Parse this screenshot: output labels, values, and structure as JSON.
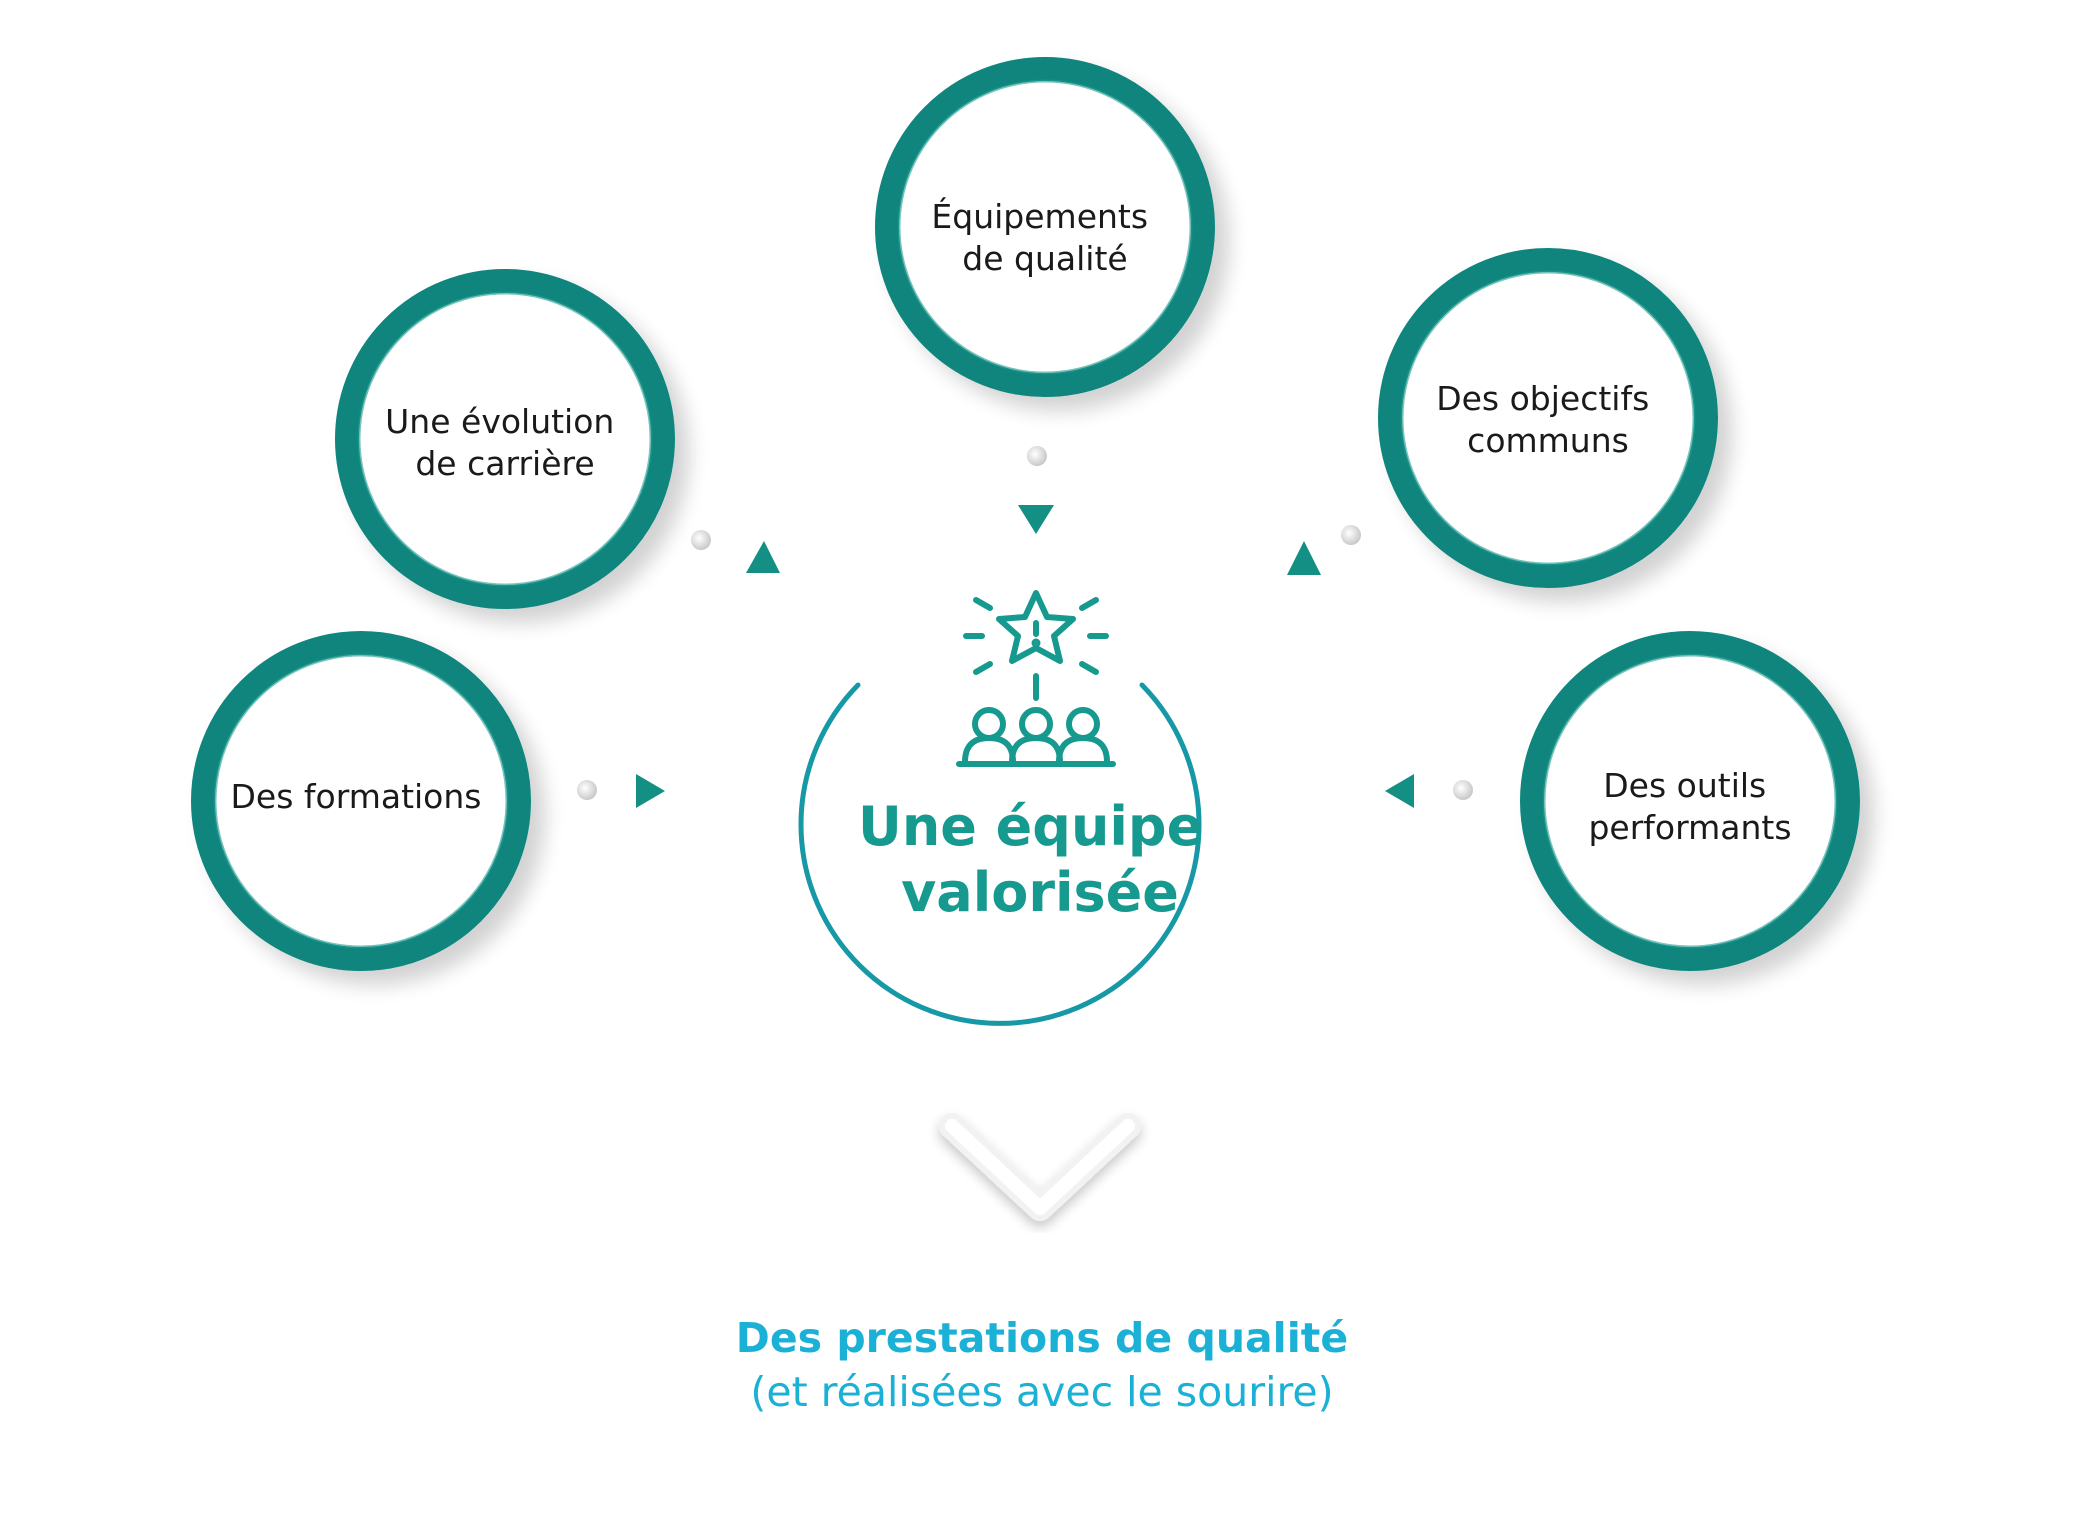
{
  "colors": {
    "ring_outer": "#0e7f78",
    "ring_inner": "#22a195",
    "center_ring": "#1698a6",
    "center_text": "#16998f",
    "result_text": "#1bb1d6",
    "arrow": "#148f84",
    "dot": "#d9d9d9"
  },
  "icons": {
    "hub": "star-over-people-icon",
    "flow": "triangle-arrow-icon",
    "connector": "grey-dot-icon",
    "down": "chevron-down-icon"
  },
  "bubbles": [
    {
      "id": "equipements",
      "lines": [
        "Équipements",
        "de qualité"
      ]
    },
    {
      "id": "evolution",
      "lines": [
        "Une évolution",
        "de carrière"
      ]
    },
    {
      "id": "objectifs",
      "lines": [
        "Des objectifs",
        "communs"
      ]
    },
    {
      "id": "formations",
      "lines": [
        "Des formations"
      ]
    },
    {
      "id": "outils",
      "lines": [
        "Des outils",
        "performants"
      ]
    }
  ],
  "center": {
    "lines": [
      "Une équipe",
      "valorisée"
    ]
  },
  "result": {
    "title": "Des prestations de qualité",
    "subtitle": "(et réalisées avec le sourire)"
  }
}
